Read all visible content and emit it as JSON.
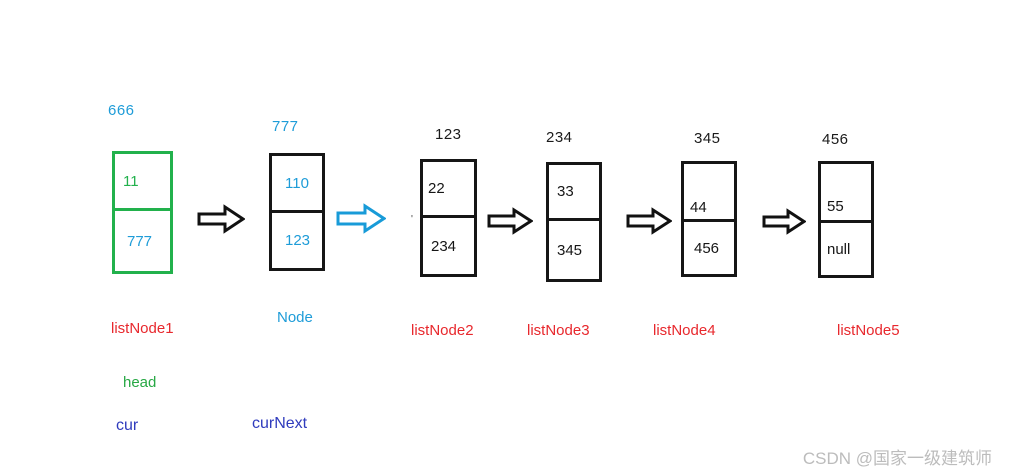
{
  "diagram": {
    "title_semantic": "linked-list-node-diagram",
    "colors": {
      "node1_border_green": "#22b14c",
      "node_border_black": "#161616",
      "address_blue": "#1e9cd8",
      "value_green": "#22b14c",
      "name_red": "#e8282d",
      "pointer_navy": "#2f3bbd",
      "pointer_head_green": "#27a844",
      "arrow_blue": "#189bd8",
      "arrow_black": "#111111",
      "watermark_gray": "#bcbcbc"
    },
    "nodes": [
      {
        "address": "666",
        "value": "11",
        "next": "777",
        "name": "listNode1"
      },
      {
        "address": "777",
        "value": "110",
        "next": "123",
        "name": "Node"
      },
      {
        "address": "123",
        "value": "22",
        "next": "234",
        "name": "listNode2"
      },
      {
        "address": "234",
        "value": "33",
        "next": "345",
        "name": "listNode3"
      },
      {
        "address": "345",
        "value": "44",
        "next": "456",
        "name": "listNode4"
      },
      {
        "address": "456",
        "value": "55",
        "next": "null",
        "name": "listNode5"
      }
    ],
    "pointers": {
      "head": "head",
      "cur": "cur",
      "curNext": "curNext"
    },
    "artifact": {
      "tick": "'"
    }
  },
  "watermark": {
    "text": "CSDN @国家一级建筑师"
  }
}
